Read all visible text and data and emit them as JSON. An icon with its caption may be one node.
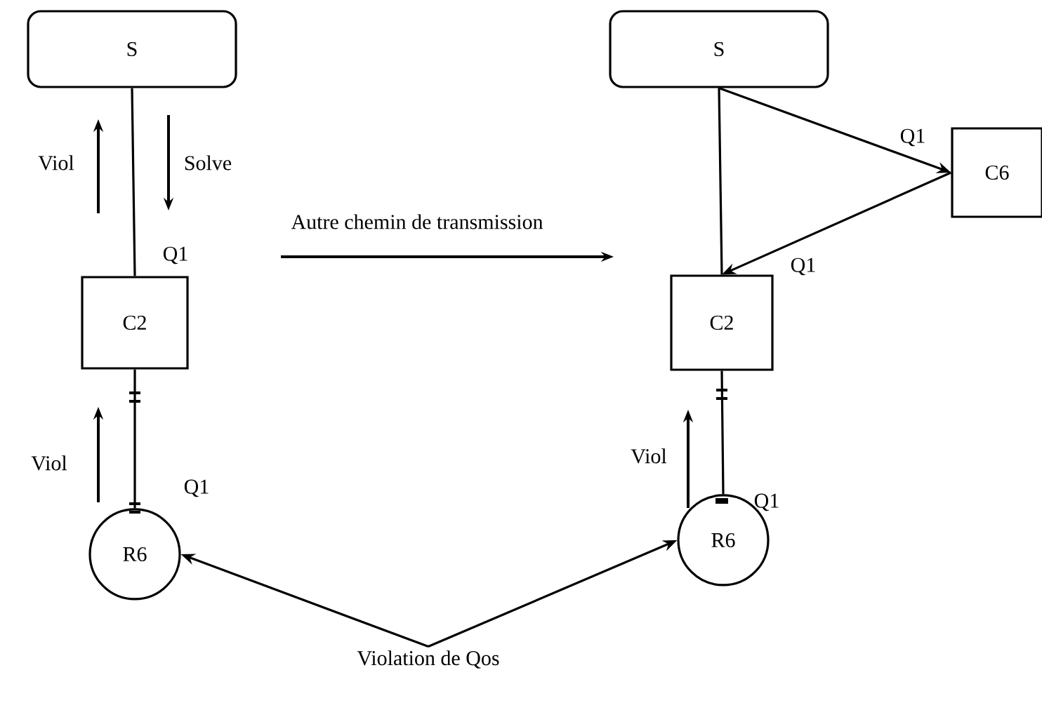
{
  "diagram": {
    "nodes": [
      {
        "text": [
          "S"
        ]
      },
      {
        "text": [
          "C2"
        ]
      },
      {
        "text": [
          "R6"
        ]
      },
      {
        "text": [
          "S"
        ]
      },
      {
        "text": [
          "C6"
        ]
      },
      {
        "text": [
          "C2"
        ]
      },
      {
        "text": [
          "R6"
        ]
      },
      {
        "text": [
          "Violation de Qos"
        ]
      }
    ],
    "edges": [
      {
        "from": 0,
        "to": 1,
        "arrow": "none"
      },
      {
        "from": 1,
        "to": 2,
        "arrow": "none"
      },
      {
        "from": 3,
        "to": 5,
        "arrow": "none"
      },
      {
        "from": 3,
        "to": 4,
        "arrow": "to"
      },
      {
        "from": 4,
        "to": 5,
        "arrow": "to"
      },
      {
        "from": 5,
        "to": 6,
        "arrow": "none"
      },
      {
        "from": 7,
        "to": 2,
        "arrow": "to"
      },
      {
        "from": 7,
        "to": 6,
        "arrow": "to"
      }
    ],
    "labels": [
      "Viol",
      "Solve",
      "Autre chemin de transmission",
      "Q1",
      "Viol",
      "Q1",
      "Q1",
      "Q1",
      "Viol",
      "Q1"
    ]
  }
}
